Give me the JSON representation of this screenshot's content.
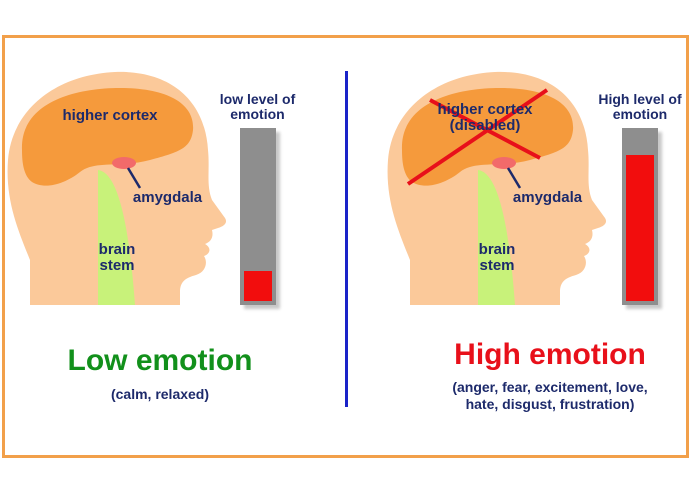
{
  "colors": {
    "frame_border": "#f2a04a",
    "divider": "#1a23c8",
    "head_skin": "#fbc99a",
    "cortex": "#f59a3c",
    "brain_stem": "#c8f27a",
    "amygdala": "#f26a6a",
    "bar_gray": "#8e8e8e",
    "bar_fill": "#f20d0d",
    "label_text": "#1d2a6b",
    "low_title": "#12901b",
    "high_title": "#e8101a"
  },
  "left": {
    "cortex_label": "higher cortex",
    "amygdala_label": "amygdala",
    "brainstem_label_1": "brain",
    "brainstem_label_2": "stem",
    "bar_label_1": "low level of",
    "bar_label_2": "emotion",
    "bar_level_percent": 18,
    "title": "Low emotion",
    "subtitle": "(calm, relaxed)"
  },
  "right": {
    "cortex_label_1": "higher cortex",
    "cortex_label_2": "(disabled)",
    "amygdala_label": "amygdala",
    "brainstem_label_1": "brain",
    "brainstem_label_2": "stem",
    "bar_label_1": "High level of",
    "bar_label_2": "emotion",
    "bar_level_percent": 85,
    "title": "High emotion",
    "subtitle_1": "(anger, fear, excitement, love,",
    "subtitle_2": "hate, disgust, frustration)"
  }
}
